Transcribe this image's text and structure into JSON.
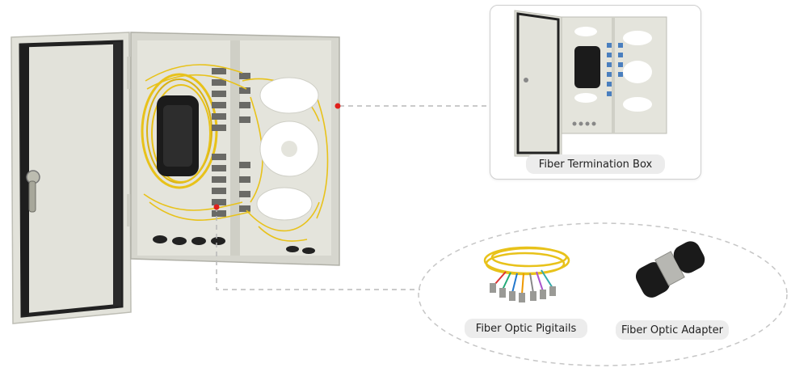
{
  "labels": {
    "termination_box": "Fiber Termination Box",
    "pigtails": "Fiber Optic Pigitails",
    "adapter": "Fiber Optic Adapter"
  },
  "colors": {
    "cabinet_body": "#dcdcd4",
    "cabinet_interior": "#e4e4dc",
    "fiber_yellow": "#e8c21a",
    "callout_dot": "#e0201c",
    "dashed_line": "#b8b8b8",
    "label_bg": "#ececec",
    "adapter_black": "#1a1a1a"
  },
  "icons": {
    "cabinet": "open-fiber-cabinet",
    "small_box": "fiber-termination-box",
    "pigtails": "fiber-pigtail-bundle",
    "adapter": "st-fiber-adapter"
  }
}
